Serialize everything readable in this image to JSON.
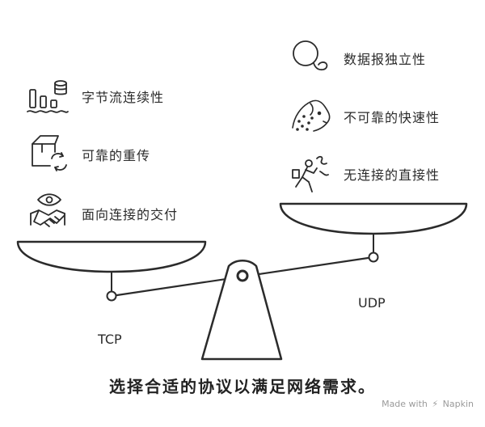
{
  "diagram": {
    "left_features": [
      "字节流连续性",
      "可靠的重传",
      "面向连接的交付"
    ],
    "right_features": [
      "数据报独立性",
      "不可靠的快速性",
      "无连接的直接性"
    ],
    "left_protocol": "TCP",
    "right_protocol": "UDP",
    "caption": "选择合适的协议以满足网络需求。",
    "watermark": {
      "prefix": "Made with",
      "brand": "Napkin"
    },
    "stroke_color": "#2b2b2b"
  }
}
